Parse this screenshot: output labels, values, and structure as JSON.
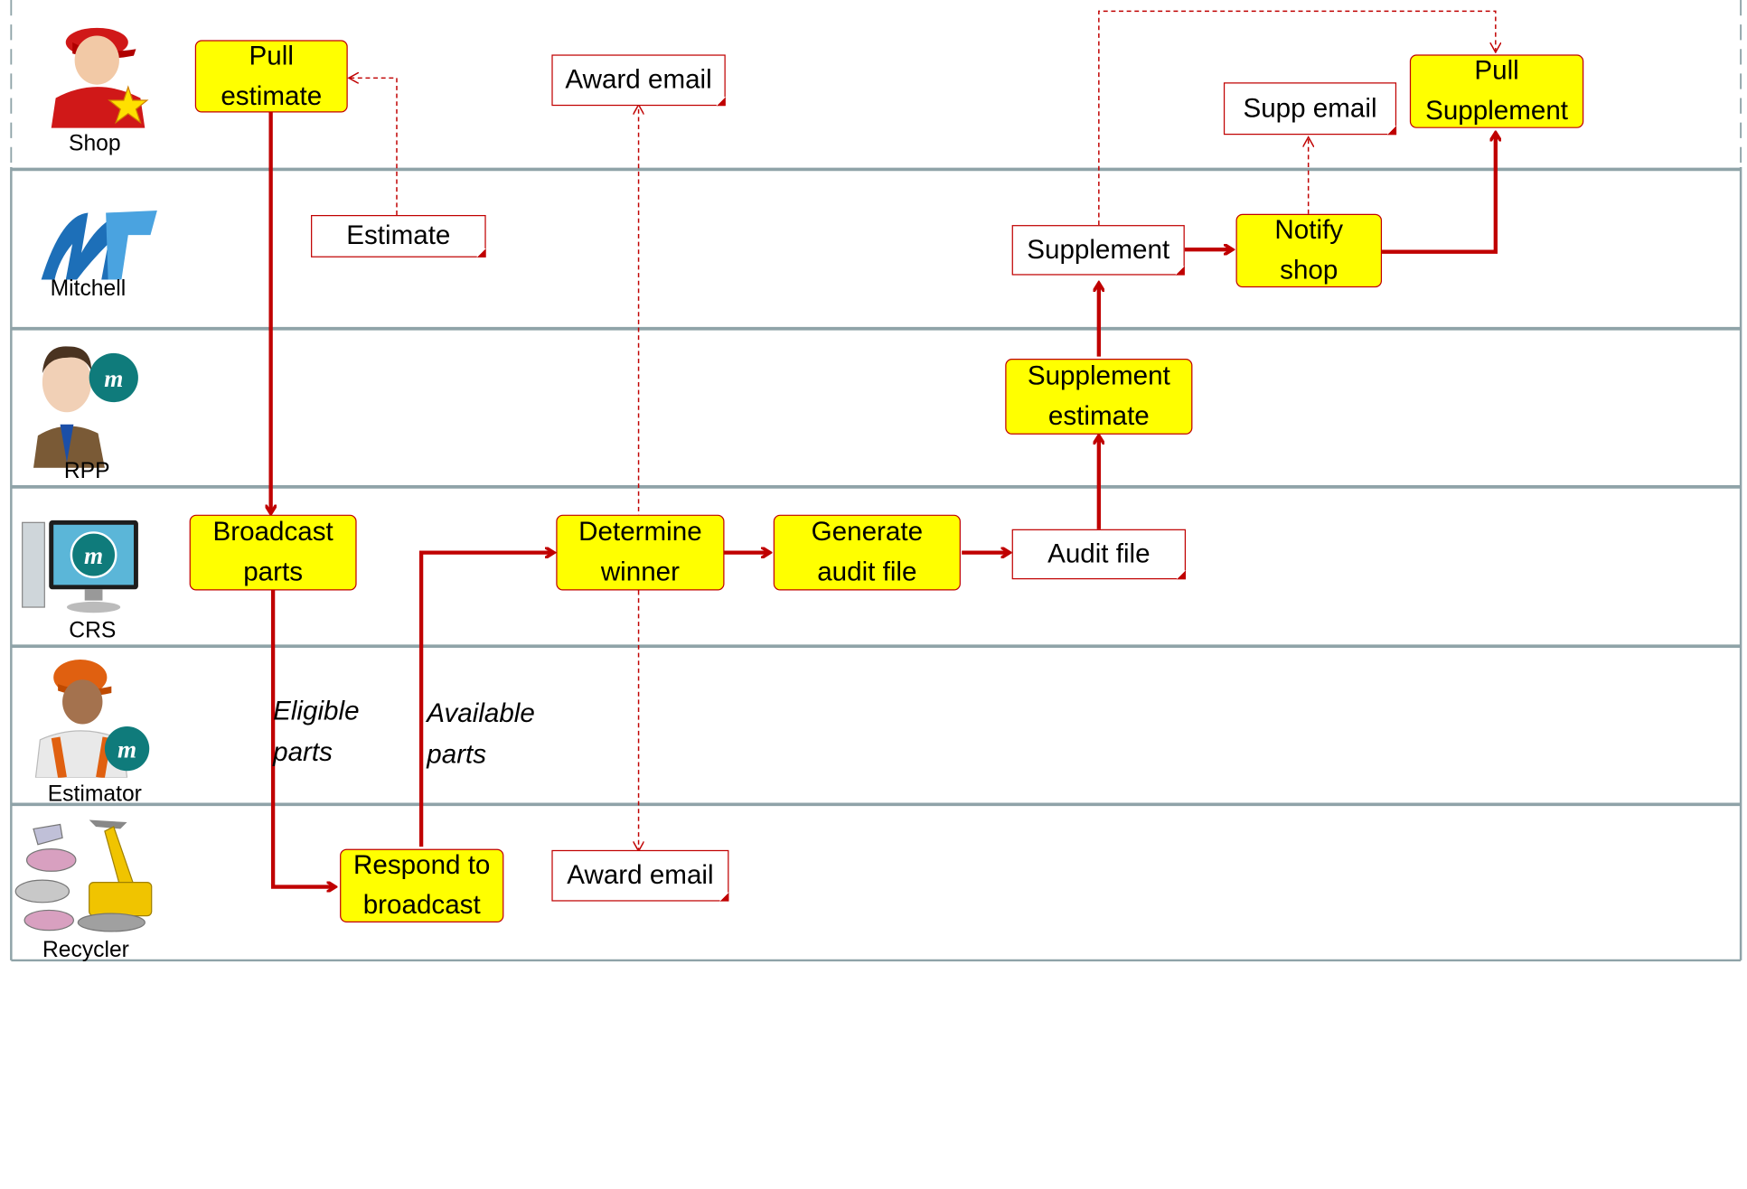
{
  "lanes": [
    {
      "label": "Shop",
      "icon": "shop-worker-icon"
    },
    {
      "label": "Mitchell",
      "icon": "mitchell-logo-icon"
    },
    {
      "label": "RPP",
      "icon": "businessman-icon"
    },
    {
      "label": "CRS",
      "icon": "computer-icon"
    },
    {
      "label": "Estimator",
      "icon": "estimator-worker-icon"
    },
    {
      "label": "Recycler",
      "icon": "recycler-scrapyard-icon"
    }
  ],
  "process_steps": {
    "pull_estimate": "Pull\nestimate",
    "broadcast_parts": "Broadcast\nparts",
    "respond_to_broadcast": "Respond to\nbroadcast",
    "determine_winner": "Determine\nwinner",
    "generate_audit_file": "Generate\naudit file",
    "supplement_estimate": "Supplement\nestimate",
    "notify_shop": "Notify\nshop",
    "pull_supplement": "Pull\nSupplement"
  },
  "documents": {
    "estimate": "Estimate",
    "award_email_top": "Award email",
    "award_email_bottom": "Award email",
    "audit_file": "Audit file",
    "supplement": "Supplement",
    "supp_email": "Supp email"
  },
  "annotations": {
    "eligible_parts": "Eligible\nparts",
    "available_parts": "Available\nparts"
  },
  "colors": {
    "accent": "#c00000",
    "process_fill": "#ffff00",
    "lane_divider": "#8fa3a8"
  }
}
